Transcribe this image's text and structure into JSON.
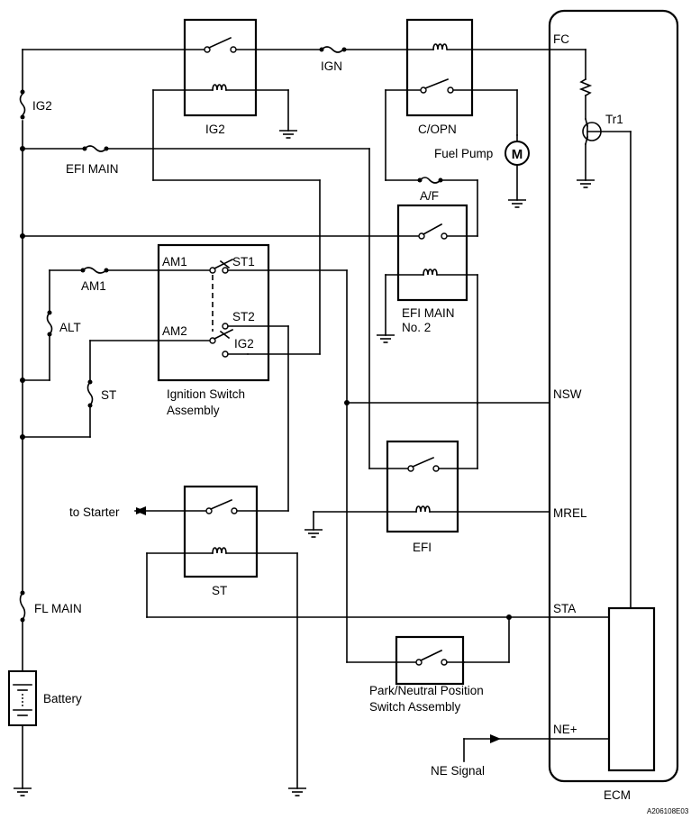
{
  "labels": {
    "ig2_relay": "IG2",
    "ign_fuse": "IGN",
    "copn_relay": "C/OPN",
    "fc": "FC",
    "tr1": "Tr1",
    "ig2_fuse": "IG2",
    "efi_main_fuse": "EFI MAIN",
    "fuel_pump": "Fuel Pump",
    "af_fuse": "A/F",
    "efi_main2_line1": "EFI MAIN",
    "efi_main2_line2": "No. 2",
    "am1_fuse": "AM1",
    "alt_fuse": "ALT",
    "st_fuse": "ST",
    "sw_am1": "AM1",
    "sw_st1": "ST1",
    "sw_am2": "AM2",
    "sw_st2": "ST2",
    "sw_ig2": "IG2",
    "ign_switch_line1": "Ignition Switch",
    "ign_switch_line2": "Assembly",
    "nsw": "NSW",
    "to_starter": "to Starter",
    "efi_relay": "EFI",
    "mrel": "MREL",
    "st_relay": "ST",
    "fl_main": "FL MAIN",
    "sta": "STA",
    "pn_switch_line1": "Park/Neutral Position",
    "pn_switch_line2": "Switch Assembly",
    "battery": "Battery",
    "ne_plus": "NE+",
    "ne_signal": "NE Signal",
    "ecm": "ECM",
    "figure_code": "A206108E03"
  },
  "icons": [
    "fuse-icon",
    "relay-coil-icon",
    "relay-contact-icon",
    "ground-icon",
    "motor-icon",
    "transistor-icon",
    "battery-icon",
    "resistor-icon",
    "arrow-icon"
  ]
}
